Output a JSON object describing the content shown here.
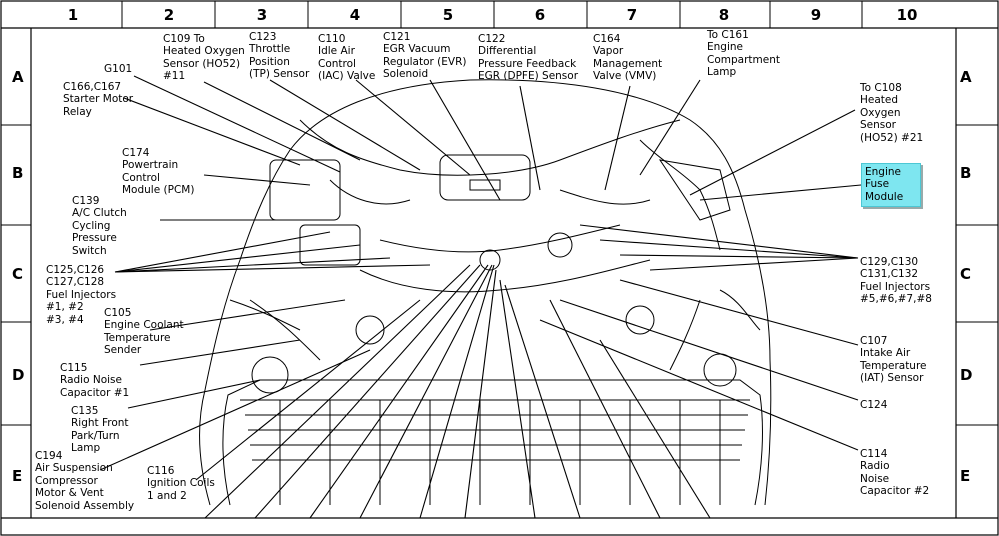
{
  "grid": {
    "columns": [
      "1",
      "2",
      "3",
      "4",
      "5",
      "6",
      "7",
      "8",
      "9",
      "10"
    ],
    "rows": [
      "A",
      "B",
      "C",
      "D",
      "E"
    ]
  },
  "highlight_color": "#7ee6f0",
  "labels": {
    "g101": "G101",
    "c166": "C166,C167\nStarter Motor\nRelay",
    "c109": "C109 To\nHeated Oxygen\nSensor (HO52)\n#11",
    "c123": "C123\nThrottle\nPosition\n(TP) Sensor",
    "c110": "C110\nIdle Air\nControl\n(IAC) Valve",
    "c121": "C121\nEGR Vacuum\nRegulator (EVR)\nSolenoid",
    "c122": "C122\nDifferential\nPressure Feedback\nEGR (DPFE) Sensor",
    "c164": "C164\nVapor\nManagement\nValve (VMV)",
    "c161": "To C161\nEngine\nCompartment\nLamp",
    "c108": "To C108\nHeated\nOxygen\nSensor\n(HO52) #21",
    "fuse": "Engine\nFuse\nModule",
    "c174": "C174\nPowertrain\nControl\nModule (PCM)",
    "c139": "C139\nA/C Clutch\nCycling\nPressure\nSwitch",
    "c125": "C125,C126\nC127,C128\nFuel Injectors\n#1, #2\n#3, #4",
    "c129": "C129,C130\nC131,C132\nFuel Injectors\n#5,#6,#7,#8",
    "c105": "C105\nEngine Coolant\nTemperature\nSender",
    "c107": "C107\nIntake Air\nTemperature\n(IAT) Sensor",
    "c115": "C115\nRadio Noise\nCapacitor #1",
    "c124": "C124",
    "c135": "C135\nRight Front\nPark/Turn\nLamp",
    "c114": "C114\nRadio\nNoise\nCapacitor #2",
    "c194": "C194\nAir Suspension\nCompressor\nMotor & Vent\nSolenoid Assembly",
    "c116": "C116\nIgnition Coils\n1 and 2"
  }
}
